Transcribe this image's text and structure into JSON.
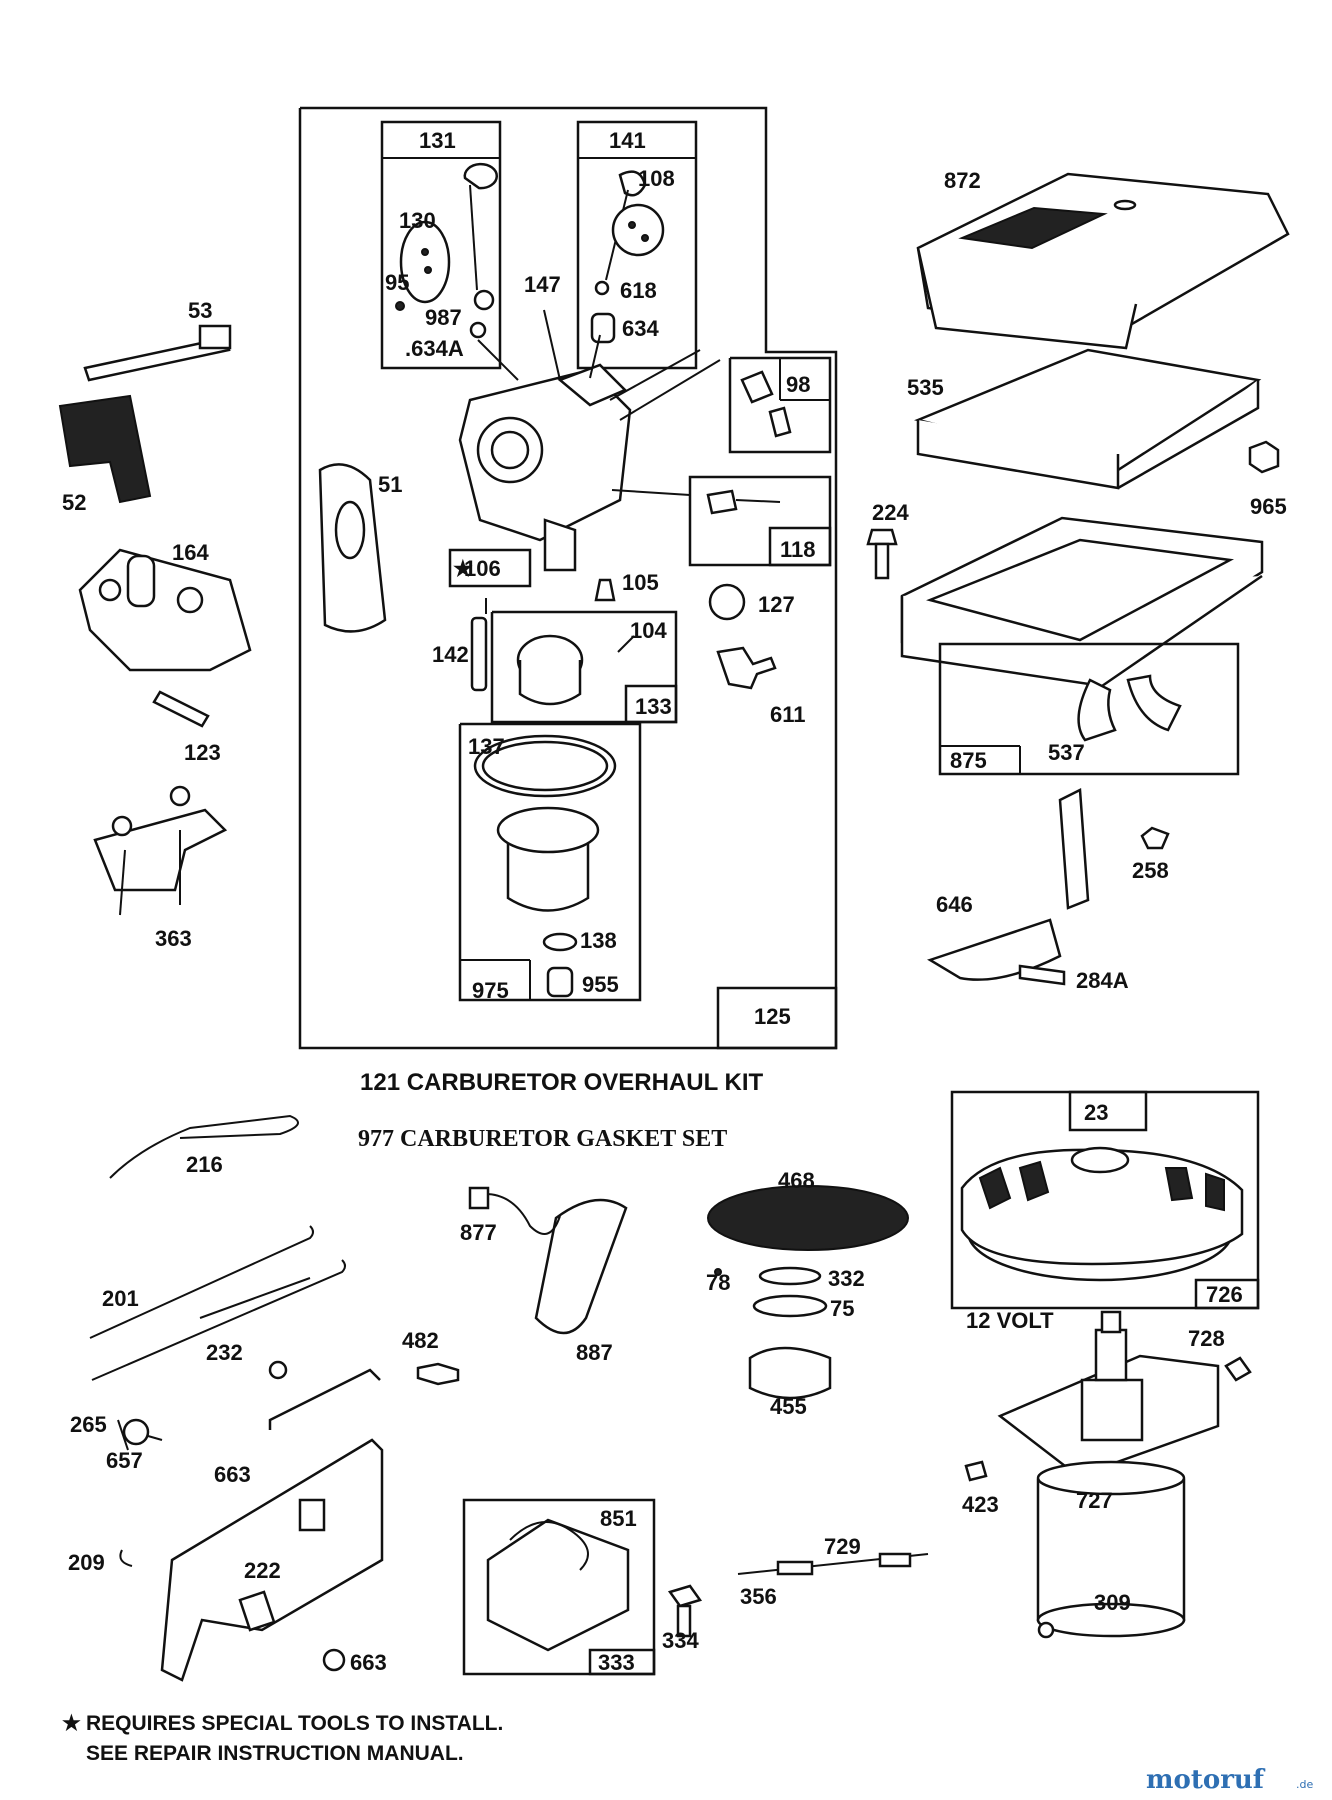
{
  "callouts": {
    "c131": "131",
    "c141": "141",
    "c130": "130",
    "c95": "95",
    "c987": "987",
    "c634A": ".634A",
    "c108": "108",
    "c618": "618",
    "c634": "634",
    "c147": "147",
    "c98": "98",
    "c51": "51",
    "c106": "106",
    "c105": "105",
    "c118": "118",
    "c142": "142",
    "c104": "104",
    "c133": "133",
    "c137": "137",
    "c138": "138",
    "c955": "955",
    "c975": "975",
    "c125": "125",
    "c127": "127",
    "c611": "611",
    "c53": "53",
    "c52": "52",
    "c164": "164",
    "c123": "123",
    "c363": "363",
    "c872": "872",
    "c535": "535",
    "c965": "965",
    "c224": "224",
    "c875": "875",
    "c537": "537",
    "c258": "258",
    "c646": "646",
    "c284A": "284A",
    "c23": "23",
    "c726": "726",
    "c728": "728",
    "c423": "423",
    "c727": "727",
    "c309": "309",
    "c216": "216",
    "c201": "201",
    "c232": "232",
    "c482": "482",
    "c877": "877",
    "c887": "887",
    "c468": "468",
    "c78": "78",
    "c332": "332",
    "c75": "75",
    "c455": "455",
    "c265": "265",
    "c657": "657",
    "c663a": "663",
    "c663b": "663",
    "c209": "209",
    "c222": "222",
    "c851": "851",
    "c333": "333",
    "c334": "334",
    "c729": "729",
    "c356": "356"
  },
  "captions": {
    "overhaul_kit": "121  CARBURETOR OVERHAUL KIT",
    "gasket_set": "977  CARBURETOR GASKET SET",
    "twelve_volt": "12 VOLT",
    "star": "★"
  },
  "footnote": {
    "line1": "REQUIRES SPECIAL TOOLS TO INSTALL.",
    "line2": "SEE REPAIR INSTRUCTION MANUAL."
  },
  "watermark": {
    "brand": "motoruf",
    "suffix": ".de"
  }
}
